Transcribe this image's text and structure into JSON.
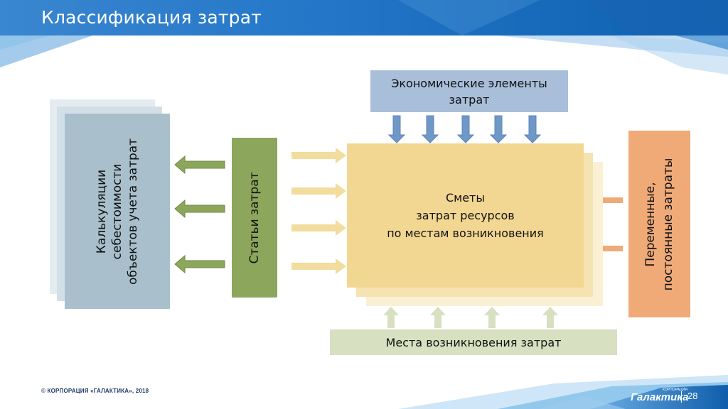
{
  "header": {
    "title": "Классификация затрат"
  },
  "diagram": {
    "costing_box": {
      "lines": [
        "Калькуляции",
        "себестоимости",
        "объектов учета затрат"
      ]
    },
    "cost_items_box": {
      "label": "Статьи затрат"
    },
    "economic_elements_box": {
      "lines": [
        "Экономические элементы",
        "затрат"
      ]
    },
    "estimates_box": {
      "lines": [
        "Сметы",
        "затрат ресурсов",
        "по местам возникновения"
      ]
    },
    "variable_fixed_box": {
      "lines": [
        "Переменные,",
        "постоянные затраты"
      ]
    },
    "cost_centers_box": {
      "label": "Места возникновения затрат"
    }
  },
  "footer": {
    "copyright": "© КОРПОРАЦИЯ «ГАЛАКТИКА», 2018",
    "logo": "Галактика",
    "logo_sub": "КОРПОРАЦИЯ",
    "page_number": "28"
  },
  "colors": {
    "header_blue": "#1e6fc0",
    "costing_blue": "#a9bfcc",
    "cost_items_green": "#8ca65c",
    "economic_blue": "#a9bfd9",
    "estimates_yellow": "#f2d792",
    "variable_orange": "#efaa77",
    "cost_centers_green": "#d7e0c0"
  }
}
